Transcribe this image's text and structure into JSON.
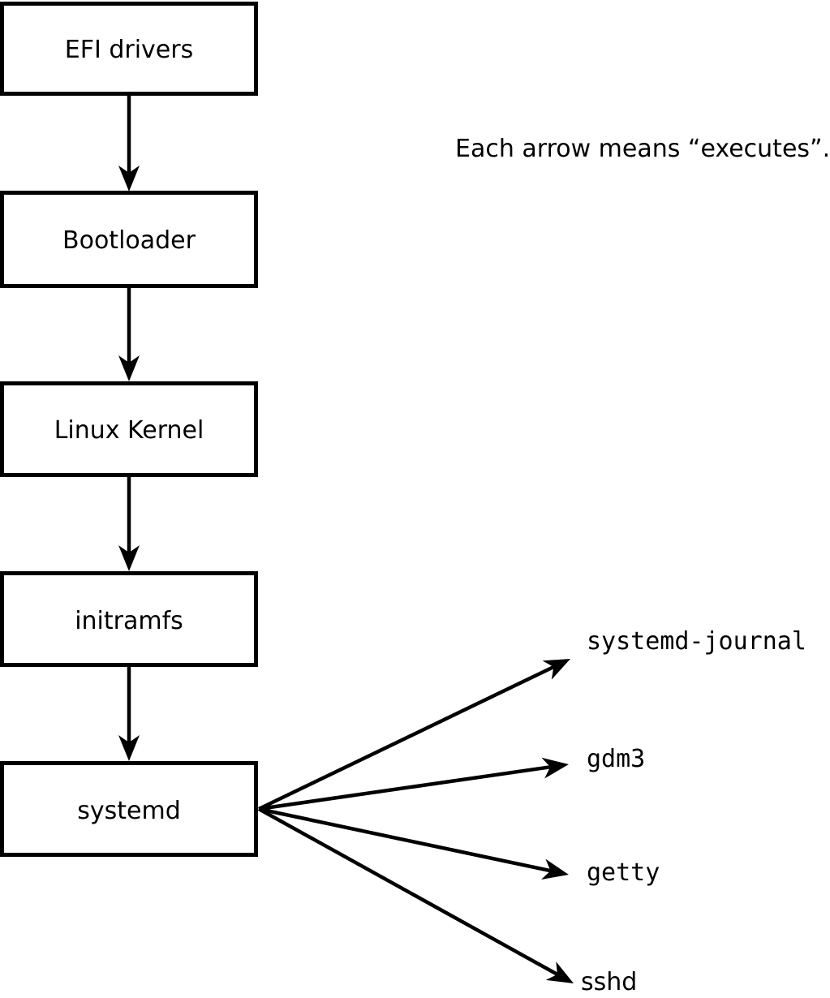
{
  "diagram": {
    "annotation": "Each arrow means “executes”.",
    "boot_chain": [
      {
        "id": "efi-drivers",
        "label": "EFI drivers"
      },
      {
        "id": "bootloader",
        "label": "Bootloader"
      },
      {
        "id": "linux-kernel",
        "label": "Linux Kernel"
      },
      {
        "id": "initramfs",
        "label": "initramfs"
      },
      {
        "id": "systemd",
        "label": "systemd"
      }
    ],
    "spawned_processes": [
      {
        "id": "systemd-journal",
        "label": "systemd-journal"
      },
      {
        "id": "gdm3",
        "label": "gdm3"
      },
      {
        "id": "getty",
        "label": "getty"
      },
      {
        "id": "sshd",
        "label": "sshd"
      }
    ],
    "colors": {
      "stroke": "#000000",
      "box_fill": "#ffffff",
      "background": "#ffffff",
      "text": "#000000"
    }
  }
}
